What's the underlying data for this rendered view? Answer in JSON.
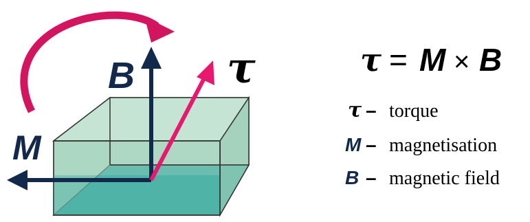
{
  "diagram": {
    "labels": {
      "B": "B",
      "M": "M",
      "tau": "τ"
    },
    "colors": {
      "vector": "#13294b",
      "torque": "#e8186f",
      "rotation_arrow": "#d2155e",
      "box_face": "#a8d5c0",
      "box_bottom": "#2aa8a0",
      "box_edge": "#333333"
    }
  },
  "equation": {
    "lhs": "τ",
    "equals": "=",
    "a": "M",
    "times": "×",
    "b": "B"
  },
  "legend": [
    {
      "symbol": "τ",
      "dash": "–",
      "text": "torque"
    },
    {
      "symbol": "M",
      "dash": "–",
      "text": "magnetisation"
    },
    {
      "symbol": "B",
      "dash": "–",
      "text": "magnetic field"
    }
  ]
}
